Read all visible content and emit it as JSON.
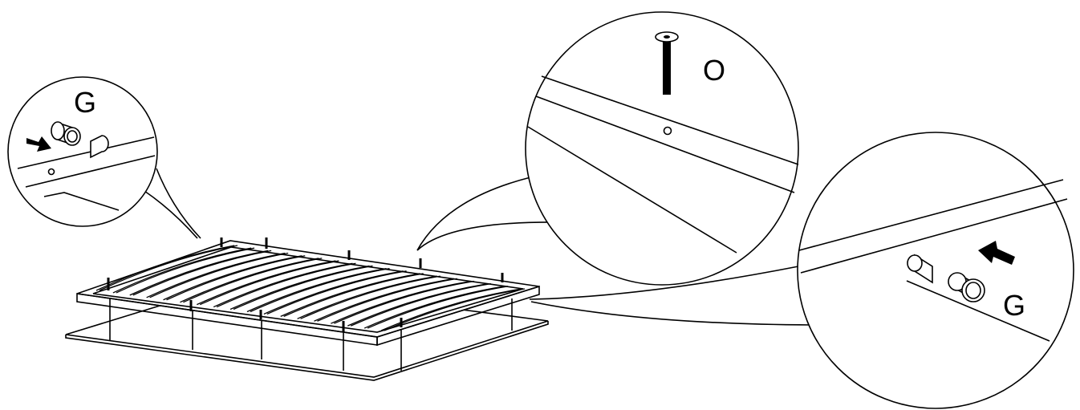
{
  "callouts": [
    {
      "id": "left",
      "label": "G"
    },
    {
      "id": "top",
      "label": "O"
    },
    {
      "id": "right",
      "label": "G"
    }
  ],
  "colors": {
    "line": "#000000",
    "background": "#ffffff"
  }
}
